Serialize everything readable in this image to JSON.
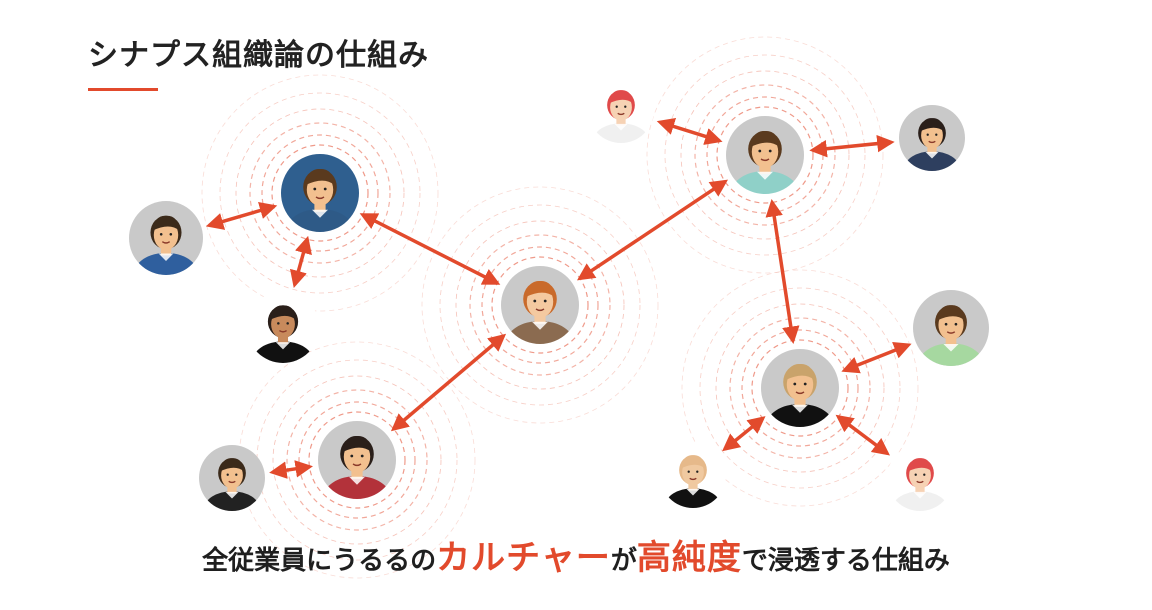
{
  "title": "シナプス組織論の仕組み",
  "caption": {
    "part1": "全従業員にうるるの",
    "highlight1": "カルチャー",
    "part2": "が",
    "highlight2": "高純度",
    "part3": "で浸透する仕組み"
  },
  "colors": {
    "accent": "#e24a2c",
    "ring": "#ef9a8a",
    "avatar_bg": "#c9c9c9",
    "text": "#222222"
  },
  "people": [
    {
      "id": "p1",
      "hub": true,
      "skin": "#f2c08f",
      "hair": "#5a3a1e",
      "shirt": "#2e5a87",
      "bg": "#2f5f8f"
    },
    {
      "id": "p2",
      "hub": false,
      "skin": "#f2c08f",
      "hair": "#3b2a1a",
      "shirt": "#2f5f9e",
      "bg": "#c9c9c9"
    },
    {
      "id": "p3",
      "hub": false,
      "skin": "#c88a5c",
      "hair": "#2a1f1a",
      "shirt": "#111111",
      "bg": "#ffffff"
    },
    {
      "id": "p4",
      "hub": true,
      "skin": "#f4c9a0",
      "hair": "#c96a2b",
      "shirt": "#8b6b50",
      "bg": "#c9c9c9"
    },
    {
      "id": "p5",
      "hub": true,
      "skin": "#f2c08f",
      "hair": "#2a1f1a",
      "shirt": "#b3323a",
      "bg": "#c9c9c9"
    },
    {
      "id": "p6",
      "hub": false,
      "skin": "#f2c08f",
      "hair": "#3b2a1a",
      "shirt": "#222222",
      "bg": "#c9c9c9"
    },
    {
      "id": "p7",
      "hub": false,
      "skin": "#f6d2b4",
      "hair": "#e04a4a",
      "shirt": "#f0f0f0",
      "bg": "#ffffff"
    },
    {
      "id": "p8",
      "hub": true,
      "skin": "#f2c08f",
      "hair": "#5a3a1e",
      "shirt": "#8fd0c8",
      "bg": "#c9c9c9"
    },
    {
      "id": "p9",
      "hub": false,
      "skin": "#f2c08f",
      "hair": "#2a1f1a",
      "shirt": "#2e3f5f",
      "bg": "#c9c9c9"
    },
    {
      "id": "p10",
      "hub": false,
      "skin": "#f2c08f",
      "hair": "#5a3a1e",
      "shirt": "#a6d8a0",
      "bg": "#c9c9c9"
    },
    {
      "id": "p11",
      "hub": true,
      "skin": "#f2c08f",
      "hair": "#c9a36b",
      "shirt": "#111111",
      "bg": "#c9c9c9"
    },
    {
      "id": "p12",
      "hub": false,
      "skin": "#f0c9a0",
      "hair": "#e6b98a",
      "shirt": "#111111",
      "bg": "#ffffff"
    },
    {
      "id": "p13",
      "hub": false,
      "skin": "#f6d2b4",
      "hair": "#e04a4a",
      "shirt": "#f0f0f0",
      "bg": "#ffffff"
    }
  ],
  "links": [
    [
      "p1",
      "p2"
    ],
    [
      "p1",
      "p3"
    ],
    [
      "p1",
      "p4"
    ],
    [
      "p4",
      "p5"
    ],
    [
      "p5",
      "p6"
    ],
    [
      "p4",
      "p8"
    ],
    [
      "p8",
      "p7"
    ],
    [
      "p8",
      "p9"
    ],
    [
      "p8",
      "p11"
    ],
    [
      "p11",
      "p10"
    ],
    [
      "p11",
      "p12"
    ],
    [
      "p11",
      "p13"
    ]
  ]
}
